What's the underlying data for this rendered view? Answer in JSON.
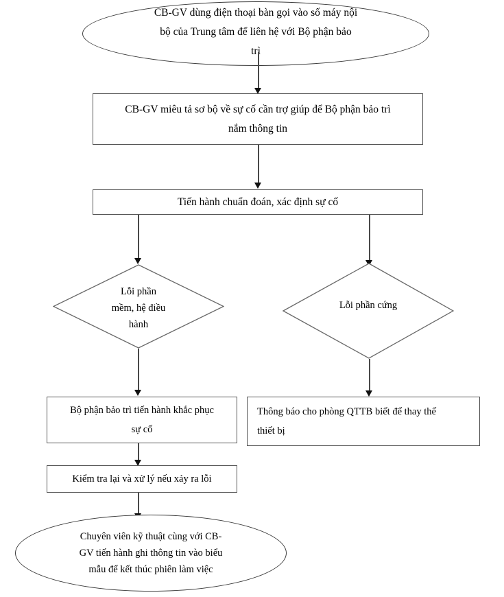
{
  "diagram": {
    "title": "Quy trinh ho tro su co ky thuat",
    "type": "flowchart",
    "language": "vi",
    "colors": {
      "background": "#ffffff",
      "shape_stroke": "#555555",
      "ellipse_stroke": "#3a3a3a",
      "connector": "#4a4a4a",
      "arrowhead": "#111111",
      "text": "#000000"
    },
    "nodes": [
      {
        "id": "start",
        "shape": "ellipse",
        "text": "CB-GV dùng điện thoại bàn gọi vào số máy nội\nbộ của Trung tâm để liên hệ với Bộ phận bảo\ntrì"
      },
      {
        "id": "describe",
        "shape": "rectangle",
        "text": "CB-GV miêu tả sơ bộ về sự cố cần trợ giúp để Bộ phận bảo trì\nnắm thông tin"
      },
      {
        "id": "diagnose",
        "shape": "rectangle",
        "text": "Tiến hành chuẩn đoán, xác định sự cố"
      },
      {
        "id": "software-error",
        "shape": "diamond",
        "text": "Lỗi phần\nmềm, hệ điều\nhành"
      },
      {
        "id": "hardware-error",
        "shape": "diamond",
        "text": "Lỗi phần cứng"
      },
      {
        "id": "fix-software",
        "shape": "rectangle",
        "text": "Bộ phận bảo trì tiến hành khắc phục\nsự cố"
      },
      {
        "id": "notify-qttb",
        "shape": "rectangle",
        "text": "Thông báo cho phòng QTTB biết để thay thế\nthiết bị"
      },
      {
        "id": "recheck",
        "shape": "rectangle",
        "text": "Kiểm tra lại và xử lý nếu xảy ra lỗi"
      },
      {
        "id": "end",
        "shape": "ellipse",
        "text": "Chuyên viên kỹ thuật cùng với CB-\nGV tiến hành ghi thông tin vào biểu\nmẫu để kết thúc phiên làm việc"
      }
    ],
    "edges": [
      {
        "from": "start",
        "to": "describe"
      },
      {
        "from": "describe",
        "to": "diagnose"
      },
      {
        "from": "diagnose",
        "to": "software-error"
      },
      {
        "from": "diagnose",
        "to": "hardware-error"
      },
      {
        "from": "software-error",
        "to": "fix-software"
      },
      {
        "from": "hardware-error",
        "to": "notify-qttb"
      },
      {
        "from": "fix-software",
        "to": "recheck"
      },
      {
        "from": "recheck",
        "to": "end"
      }
    ]
  }
}
